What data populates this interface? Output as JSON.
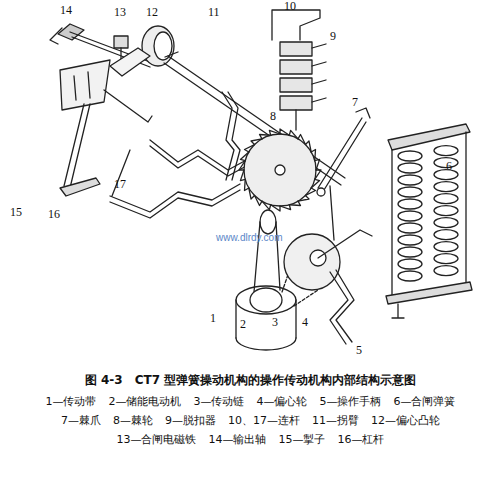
{
  "diagram": {
    "caption": "图 4-3　CT7 型弹簧操动机构的操作传动机构内部结构示意图",
    "labels": [
      "14",
      "13",
      "12",
      "11",
      "10",
      "9",
      "8",
      "7",
      "6",
      "15",
      "16",
      "17",
      "1",
      "2",
      "3",
      "4",
      "5",
      "www.dlrdy.com",
      "1—传动带",
      "2—储能电动机",
      "3—传动链",
      "4—偏心轮",
      "5—操作手柄",
      "6—合闸弹簧",
      "7—棘爪",
      "8—棘轮",
      "9—脱扣器",
      "10、17—连杆",
      "11—拐臂",
      "12—偏心凸轮",
      "13—合闸电磁铁",
      "14—输出轴",
      "15—掣子",
      "16—杠杆"
    ]
  }
}
